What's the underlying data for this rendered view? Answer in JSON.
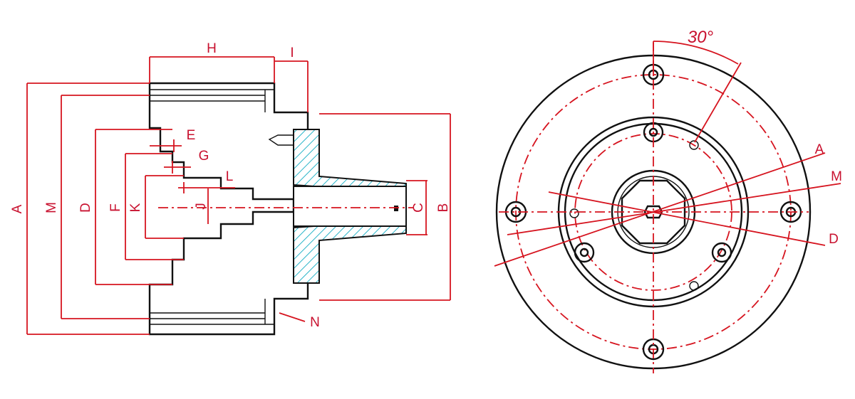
{
  "colors": {
    "dimension": "#d6141f",
    "outline": "#111111",
    "hatch": "#2bb5c9"
  },
  "side_view": {
    "labels": {
      "A": "A",
      "M": "M",
      "D": "D",
      "F": "F",
      "K": "K",
      "J": "J",
      "H": "H",
      "I": "I",
      "E": "E",
      "G": "G",
      "L": "L",
      "N": "N",
      "C": "C",
      "B": "B"
    }
  },
  "front_view": {
    "angle_label": "30°",
    "labels": {
      "A": "A",
      "M": "M",
      "D": "D"
    }
  }
}
